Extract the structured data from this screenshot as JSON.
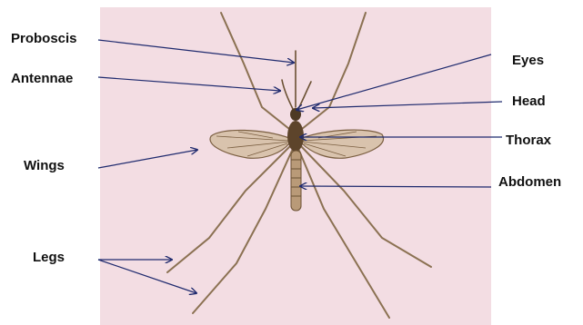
{
  "colors": {
    "page_background": "#ffffff",
    "panel_background": "#f3dde3",
    "leader_line": "#1f2a6e",
    "label_text": "#111111",
    "insect_body": "#6b5133",
    "insect_leg": "#8b7152",
    "wing_membrane": "#d9c3ad",
    "wing_vein": "#7a5e40"
  },
  "labels": {
    "proboscis": "Proboscis",
    "antennae": "Antennae",
    "wings": "Wings",
    "legs": "Legs",
    "eyes": "Eyes",
    "head": "Head",
    "thorax": "Thorax",
    "abdomen": "Abdomen"
  }
}
